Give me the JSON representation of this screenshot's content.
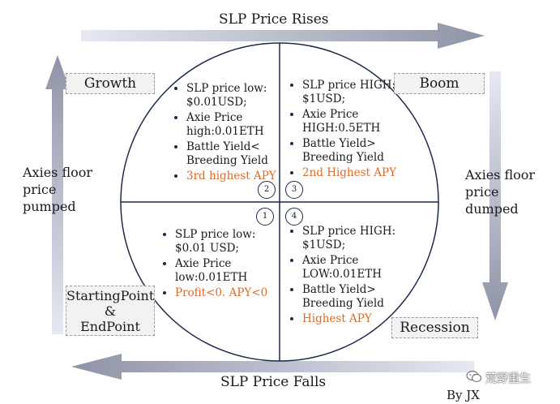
{
  "arrows": {
    "top": "SLP Price Rises",
    "bottom": "SLP Price Falls",
    "left": "Axies floor price pumped",
    "right": "Axies floor price dumped"
  },
  "phases": {
    "growth": "Growth",
    "boom": "Boom",
    "recession": "Recession",
    "start_line1": "StartingPoint",
    "start_line2": "&",
    "start_line3": "EndPoint"
  },
  "quadrants": {
    "q2": {
      "number": "2",
      "items": [
        "SLP price low: $0.01USD;",
        "Axie Price high:0.01ETH",
        "Battle Yield< Breeding Yield"
      ],
      "highlight": "3rd highest APY"
    },
    "q3": {
      "number": "3",
      "items": [
        "SLP price HIGH: $1USD;",
        "Axie Price HIGH:0.5ETH",
        "Battle Yield> Breeding Yield"
      ],
      "highlight": "2nd Highest APY"
    },
    "q1": {
      "number": "1",
      "items": [
        "SLP price low: $0.01 USD;",
        "Axie Price low:0.01ETH"
      ],
      "highlight": "Profit<0. APY<0"
    },
    "q4": {
      "number": "4",
      "items": [
        "SLP price HIGH: $1USD;",
        "Axie Price LOW:0.01ETH",
        "Battle Yield> Breeding Yield"
      ],
      "highlight": "Highest APY"
    }
  },
  "credit": "By JX",
  "watermark": "荒野重生",
  "colors": {
    "arrow_dark": "#8e93a6",
    "arrow_light": "#e6e8f2",
    "highlight": "#e06a28",
    "line": "#1b2a4a"
  }
}
